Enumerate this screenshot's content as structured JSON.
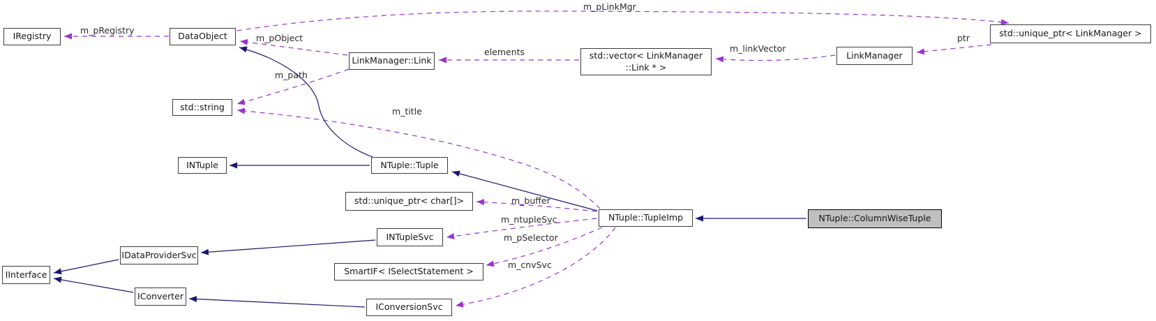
{
  "diagram": {
    "kind": "collaboration-graph",
    "focal_class": "NTuple::ColumnWiseTuple",
    "colors": {
      "inheritance_edge": "#191970",
      "usage_edge": "#9a32cd",
      "node_border": "#3c3c3c",
      "node_fill": "#ffffff",
      "focal_node_fill": "#bfbfbf",
      "background": "#ffffff"
    },
    "nodes": [
      {
        "id": "IRegistry",
        "label": "IRegistry"
      },
      {
        "id": "DataObject",
        "label": "DataObject"
      },
      {
        "id": "std::unique_ptr< LinkManager >",
        "label": "std::unique_ptr< LinkManager >"
      },
      {
        "id": "LinkManager::Link",
        "label": "LinkManager::Link"
      },
      {
        "id": "std::vector< LinkManager::Link * >",
        "label": "std::vector< LinkManager\n::Link * >"
      },
      {
        "id": "LinkManager",
        "label": "LinkManager"
      },
      {
        "id": "std::string",
        "label": "std::string"
      },
      {
        "id": "INTuple",
        "label": "INTuple"
      },
      {
        "id": "NTuple::Tuple",
        "label": "NTuple::Tuple"
      },
      {
        "id": "std::unique_ptr< char[]>",
        "label": "std::unique_ptr< char[]>"
      },
      {
        "id": "NTuple::TupleImp",
        "label": "NTuple::TupleImp"
      },
      {
        "id": "NTuple::ColumnWiseTuple",
        "label": "NTuple::ColumnWiseTuple"
      },
      {
        "id": "INTupleSvc",
        "label": "INTupleSvc"
      },
      {
        "id": "IDataProviderSvc",
        "label": "IDataProviderSvc"
      },
      {
        "id": "IInterface",
        "label": "IInterface"
      },
      {
        "id": "SmartIF< ISelectStatement >",
        "label": "SmartIF< ISelectStatement >"
      },
      {
        "id": "IConverter",
        "label": "IConverter"
      },
      {
        "id": "IConversionSvc",
        "label": "IConversionSvc"
      }
    ],
    "edges": [
      {
        "from": "DataObject",
        "to": "IRegistry",
        "label": "m_pRegistry",
        "type": "usage"
      },
      {
        "from": "DataObject",
        "to": "std::unique_ptr< LinkManager >",
        "label": "m_pLinkMgr",
        "type": "usage"
      },
      {
        "from": "LinkManager::Link",
        "to": "DataObject",
        "label": "m_pObject",
        "type": "usage"
      },
      {
        "from": "std::unique_ptr< LinkManager >",
        "to": "LinkManager",
        "label": "ptr",
        "type": "usage"
      },
      {
        "from": "std::vector< LinkManager::Link * >",
        "to": "LinkManager::Link",
        "label": "elements",
        "type": "usage"
      },
      {
        "from": "LinkManager",
        "to": "std::vector< LinkManager::Link * >",
        "label": "m_linkVector",
        "type": "usage"
      },
      {
        "from": "LinkManager::Link",
        "to": "std::string",
        "label": "m_path",
        "type": "usage"
      },
      {
        "from": "NTuple::TupleImp",
        "to": "std::string",
        "label": "m_title",
        "type": "usage"
      },
      {
        "from": "NTuple::TupleImp",
        "to": "std::unique_ptr< char[]>",
        "label": "m_buffer",
        "type": "usage"
      },
      {
        "from": "NTuple::TupleImp",
        "to": "INTupleSvc",
        "label": "m_ntupleSvc",
        "type": "usage"
      },
      {
        "from": "NTuple::TupleImp",
        "to": "SmartIF< ISelectStatement >",
        "label": "m_pSelector",
        "type": "usage"
      },
      {
        "from": "NTuple::TupleImp",
        "to": "IConversionSvc",
        "label": "m_cnvSvc",
        "type": "usage"
      },
      {
        "from": "NTuple::Tuple",
        "to": "INTuple",
        "label": "",
        "type": "inheritance"
      },
      {
        "from": "NTuple::Tuple",
        "to": "DataObject",
        "label": "",
        "type": "inheritance"
      },
      {
        "from": "NTuple::TupleImp",
        "to": "NTuple::Tuple",
        "label": "",
        "type": "inheritance"
      },
      {
        "from": "NTuple::ColumnWiseTuple",
        "to": "NTuple::TupleImp",
        "label": "",
        "type": "inheritance"
      },
      {
        "from": "INTupleSvc",
        "to": "IDataProviderSvc",
        "label": "",
        "type": "inheritance"
      },
      {
        "from": "IDataProviderSvc",
        "to": "IInterface",
        "label": "",
        "type": "inheritance"
      },
      {
        "from": "IConverter",
        "to": "IInterface",
        "label": "",
        "type": "inheritance"
      },
      {
        "from": "IConversionSvc",
        "to": "IConverter",
        "label": "",
        "type": "inheritance"
      }
    ]
  }
}
